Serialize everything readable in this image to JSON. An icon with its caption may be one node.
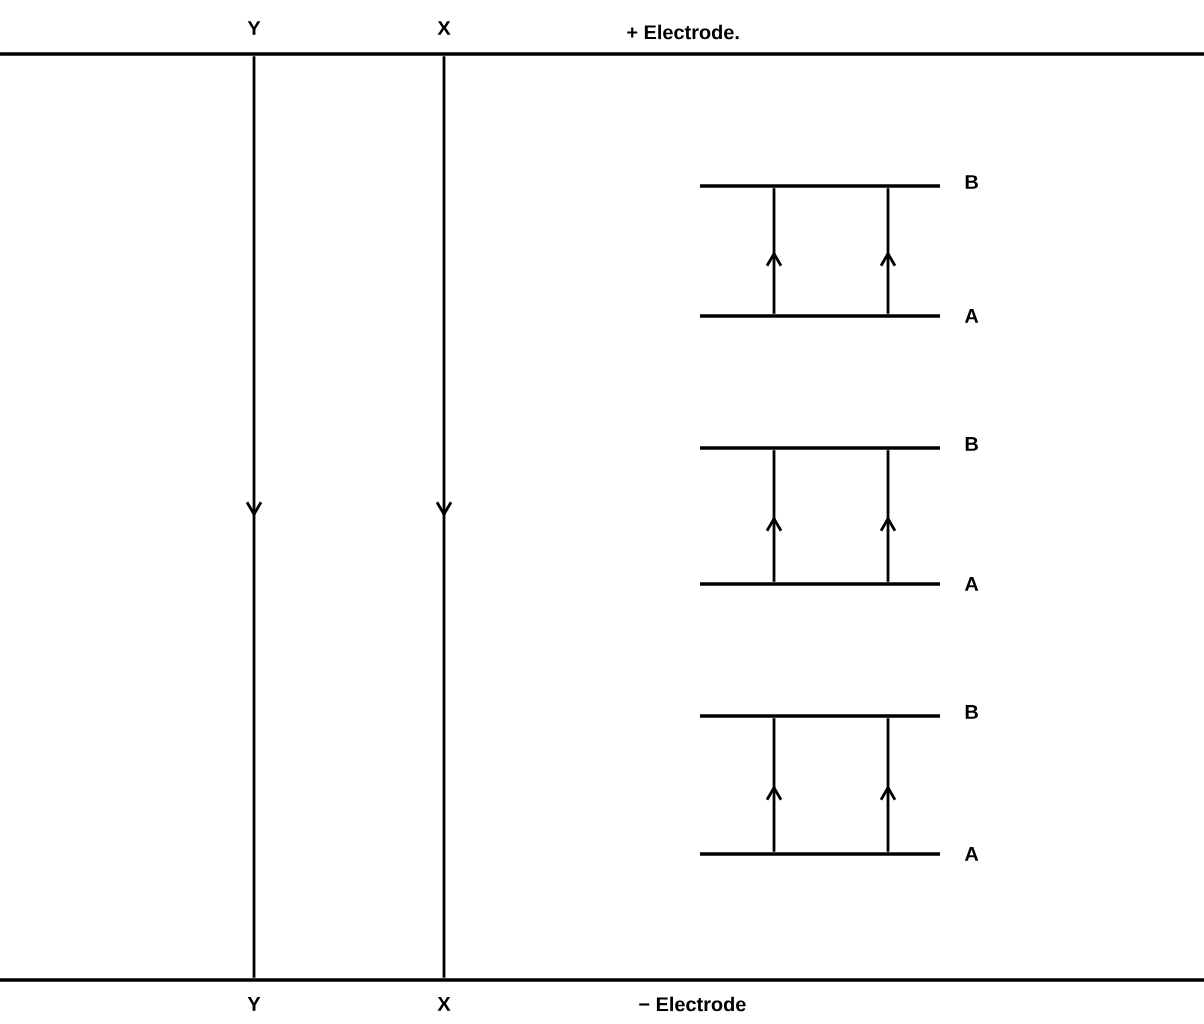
{
  "diagram": {
    "nodes": [
      {
        "text": [
          "+ Electrode."
        ]
      },
      {
        "text": [
          "B"
        ]
      },
      {
        "text": [
          "A"
        ]
      },
      {
        "text": [
          "B"
        ]
      },
      {
        "text": [
          "A"
        ]
      },
      {
        "text": [
          "B"
        ]
      },
      {
        "text": [
          "A"
        ]
      },
      {
        "text": [
          "− Electrode"
        ]
      }
    ],
    "edges": [
      {
        "from": 0,
        "to": 7,
        "arrow": "to"
      },
      {
        "from": 0,
        "to": 7,
        "arrow": "to"
      },
      {
        "from": 2,
        "to": 1,
        "arrow": "to"
      },
      {
        "from": 2,
        "to": 1,
        "arrow": "to"
      },
      {
        "from": 4,
        "to": 3,
        "arrow": "to"
      },
      {
        "from": 4,
        "to": 3,
        "arrow": "to"
      },
      {
        "from": 6,
        "to": 5,
        "arrow": "to"
      },
      {
        "from": 6,
        "to": 5,
        "arrow": "to"
      }
    ],
    "labels": [
      "Y",
      "X",
      "Y",
      "X"
    ]
  }
}
